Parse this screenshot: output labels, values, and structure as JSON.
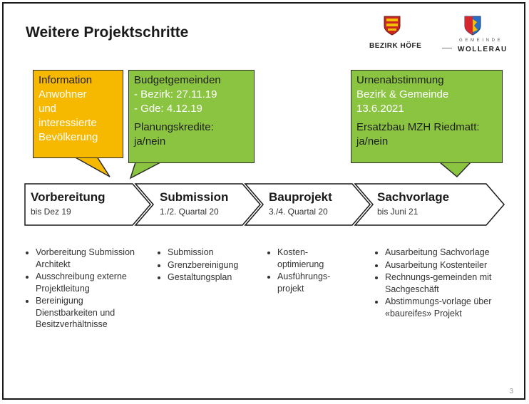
{
  "slide": {
    "title": "Weitere Projektschritte",
    "page_number": "3"
  },
  "logos": {
    "left_label": "BEZIRK HÖFE",
    "right_label_top": "G E M E I N D E",
    "right_label_bottom": "WOLLERAU"
  },
  "callouts": {
    "info": {
      "title": "Information",
      "lines": [
        "Anwohner",
        "und",
        "interessierte",
        "Bevölkerung"
      ]
    },
    "budget": {
      "title": "Budgetgemeinden",
      "line1": "- Bezirk: 27.11.19",
      "line2": "- Gde: 4.12.19",
      "line3": "Planungskredite:",
      "line4": "ja/nein"
    },
    "urne": {
      "title": "Urnenabstimmung",
      "line1": "Bezirk & Gemeinde",
      "line2": "13.6.2021",
      "line3": "Ersatzbau MZH Riedmatt:",
      "line4": "ja/nein"
    }
  },
  "steps": [
    {
      "title": "Vorbereitung",
      "subtitle": "bis Dez 19"
    },
    {
      "title": "Submission",
      "subtitle": "1./2. Quartal 20"
    },
    {
      "title": "Bauprojekt",
      "subtitle": "3./4. Quartal 20"
    },
    {
      "title": "Sachvorlage",
      "subtitle": "bis Juni 21"
    }
  ],
  "bullets": {
    "col1": [
      "Vorbereitung Submission Architekt",
      "Ausschreibung externe Projektleitung",
      "Bereinigung Dienstbarkeiten und Besitzverhältnisse"
    ],
    "col2": [
      "Submission",
      "Grenzbereinigung",
      "Gestaltungsplan"
    ],
    "col3": [
      "Kosten-optimierung",
      "Ausführungs-projekt"
    ],
    "col4": [
      "Ausarbeitung Sachvorlage",
      "Ausarbeitung Kostenteiler",
      "Rechnungs-gemeinden mit Sachgeschäft",
      "Abstimmungs-vorlage über «baureifes» Projekt"
    ]
  },
  "colors": {
    "orange": "#f7b800",
    "green": "#8ac441"
  }
}
